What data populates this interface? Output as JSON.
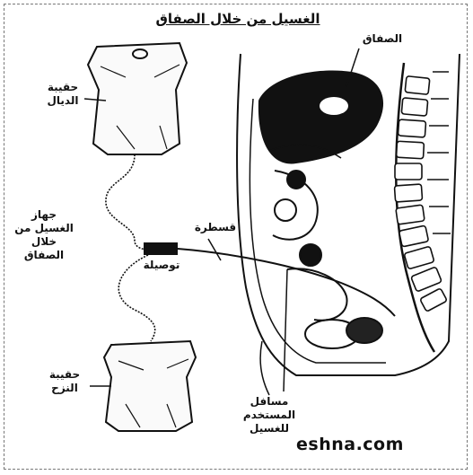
{
  "title": "الغسيل من خلال الصفاق",
  "labels": {
    "peritoneum": "الصفاق",
    "dialysate_bag": "حقيبة الديال",
    "dialysis_device": "جهاز الغسيل من خلال الصفاق",
    "catheter": "قسطرة",
    "connection": "توصيلة",
    "drain_bag": "حقيبة النزح",
    "dialysis_fluid_space": "مسافل المستخدم للغسيل"
  },
  "watermark": "eshna.com",
  "colors": {
    "ink": "#111111",
    "background": "#ffffff"
  }
}
